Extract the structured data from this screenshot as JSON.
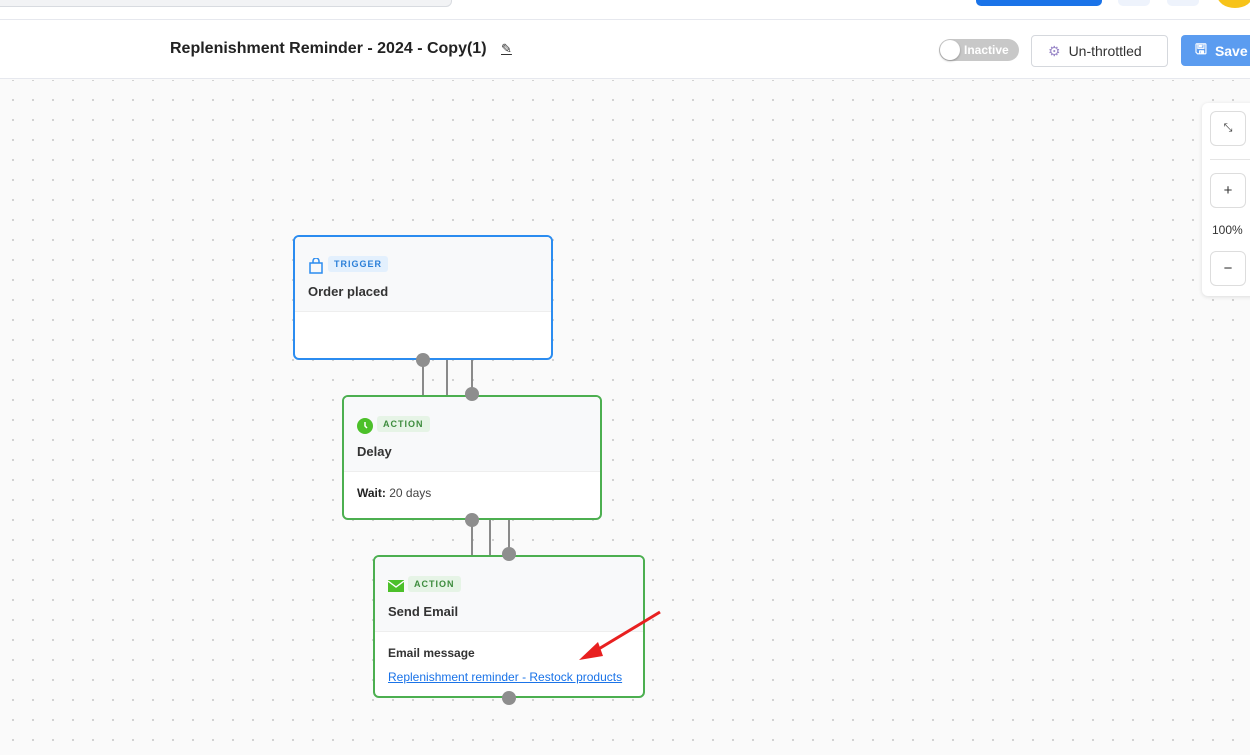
{
  "header": {
    "title": "Replenishment Reminder - 2024 - Copy(1)",
    "status_toggle": "Inactive",
    "throttle_button": "Un-throttled",
    "save_button": "Save"
  },
  "zoom_controls": {
    "zoom_level": "100%",
    "zoom_in": "+",
    "zoom_out": "−"
  },
  "nodes": {
    "trigger": {
      "badge": "TRIGGER",
      "title": "Order placed"
    },
    "delay": {
      "badge": "ACTION",
      "title": "Delay",
      "wait_label": "Wait:",
      "wait_value": "20 days"
    },
    "email": {
      "badge": "ACTION",
      "title": "Send Email",
      "message_label": "Email message",
      "message_link": "Replenishment reminder - Restock products"
    }
  },
  "colors": {
    "trigger": "#2b8cf0",
    "action": "#4caf50",
    "link": "#1a73e8",
    "annotation_arrow": "#e82020"
  }
}
